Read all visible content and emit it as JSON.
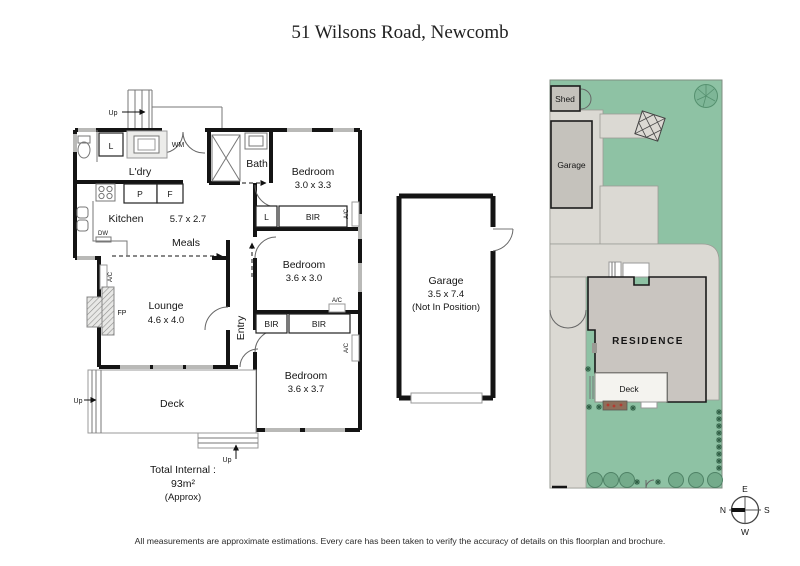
{
  "header": {
    "title": "51 Wilsons Road, Newcomb"
  },
  "floorplan": {
    "stairs_up": "Up",
    "laundry": {
      "label": "L'dry",
      "linen": "L",
      "washer": "WM"
    },
    "kitchen": {
      "label": "Kitchen",
      "dims": "5.7 x 2.7",
      "pantry": "P",
      "fridge": "F",
      "dishwasher": "DW"
    },
    "meals": {
      "label": "Meals"
    },
    "bath": {
      "label": "Bath"
    },
    "bedroom1": {
      "label": "Bedroom",
      "dims": "3.0 x 3.3",
      "linen": "L",
      "robe": "BIR",
      "ac": "A/C"
    },
    "bedroom2": {
      "label": "Bedroom",
      "dims": "3.6 x 3.0",
      "robe": "BIR",
      "ac": "A/C"
    },
    "bedroom3": {
      "label": "Bedroom",
      "dims": "3.6 x 3.7",
      "robe": "BIR",
      "ac": "A/C"
    },
    "lounge": {
      "label": "Lounge",
      "dims": "4.6 x 4.0",
      "ac": "A/C",
      "fireplace": "FP"
    },
    "entry": {
      "label": "Entry"
    },
    "deck": {
      "label": "Deck",
      "up": "Up"
    },
    "bottom_steps_up": "Up",
    "total": {
      "line1": "Total Internal :",
      "line2": "93m²",
      "line3": "(Approx)"
    }
  },
  "garage_plan": {
    "name": "Garage",
    "dims": "3.5 x 7.4",
    "note": "(Not In Position)"
  },
  "site_plan": {
    "shed": "Shed",
    "garage": "Garage",
    "residence": "RESIDENCE",
    "deck": "Deck"
  },
  "compass": {
    "n": "N",
    "e": "E",
    "s": "S",
    "w": "W"
  },
  "footer": {
    "text": "All measurements are approximate estimations. Every care has been taken to verify the accuracy of details on this floorplan and brochure."
  },
  "colors": {
    "wall": "#141414",
    "window": "#b9b9b7",
    "site_lawn": "#8ec2a4",
    "site_path": "#dbd9d3",
    "site_building": "#c9c5c0",
    "site_deck": "#f4f3ef",
    "bush_green": "#74ab8b",
    "garden_bed": "#8d6e5a"
  }
}
